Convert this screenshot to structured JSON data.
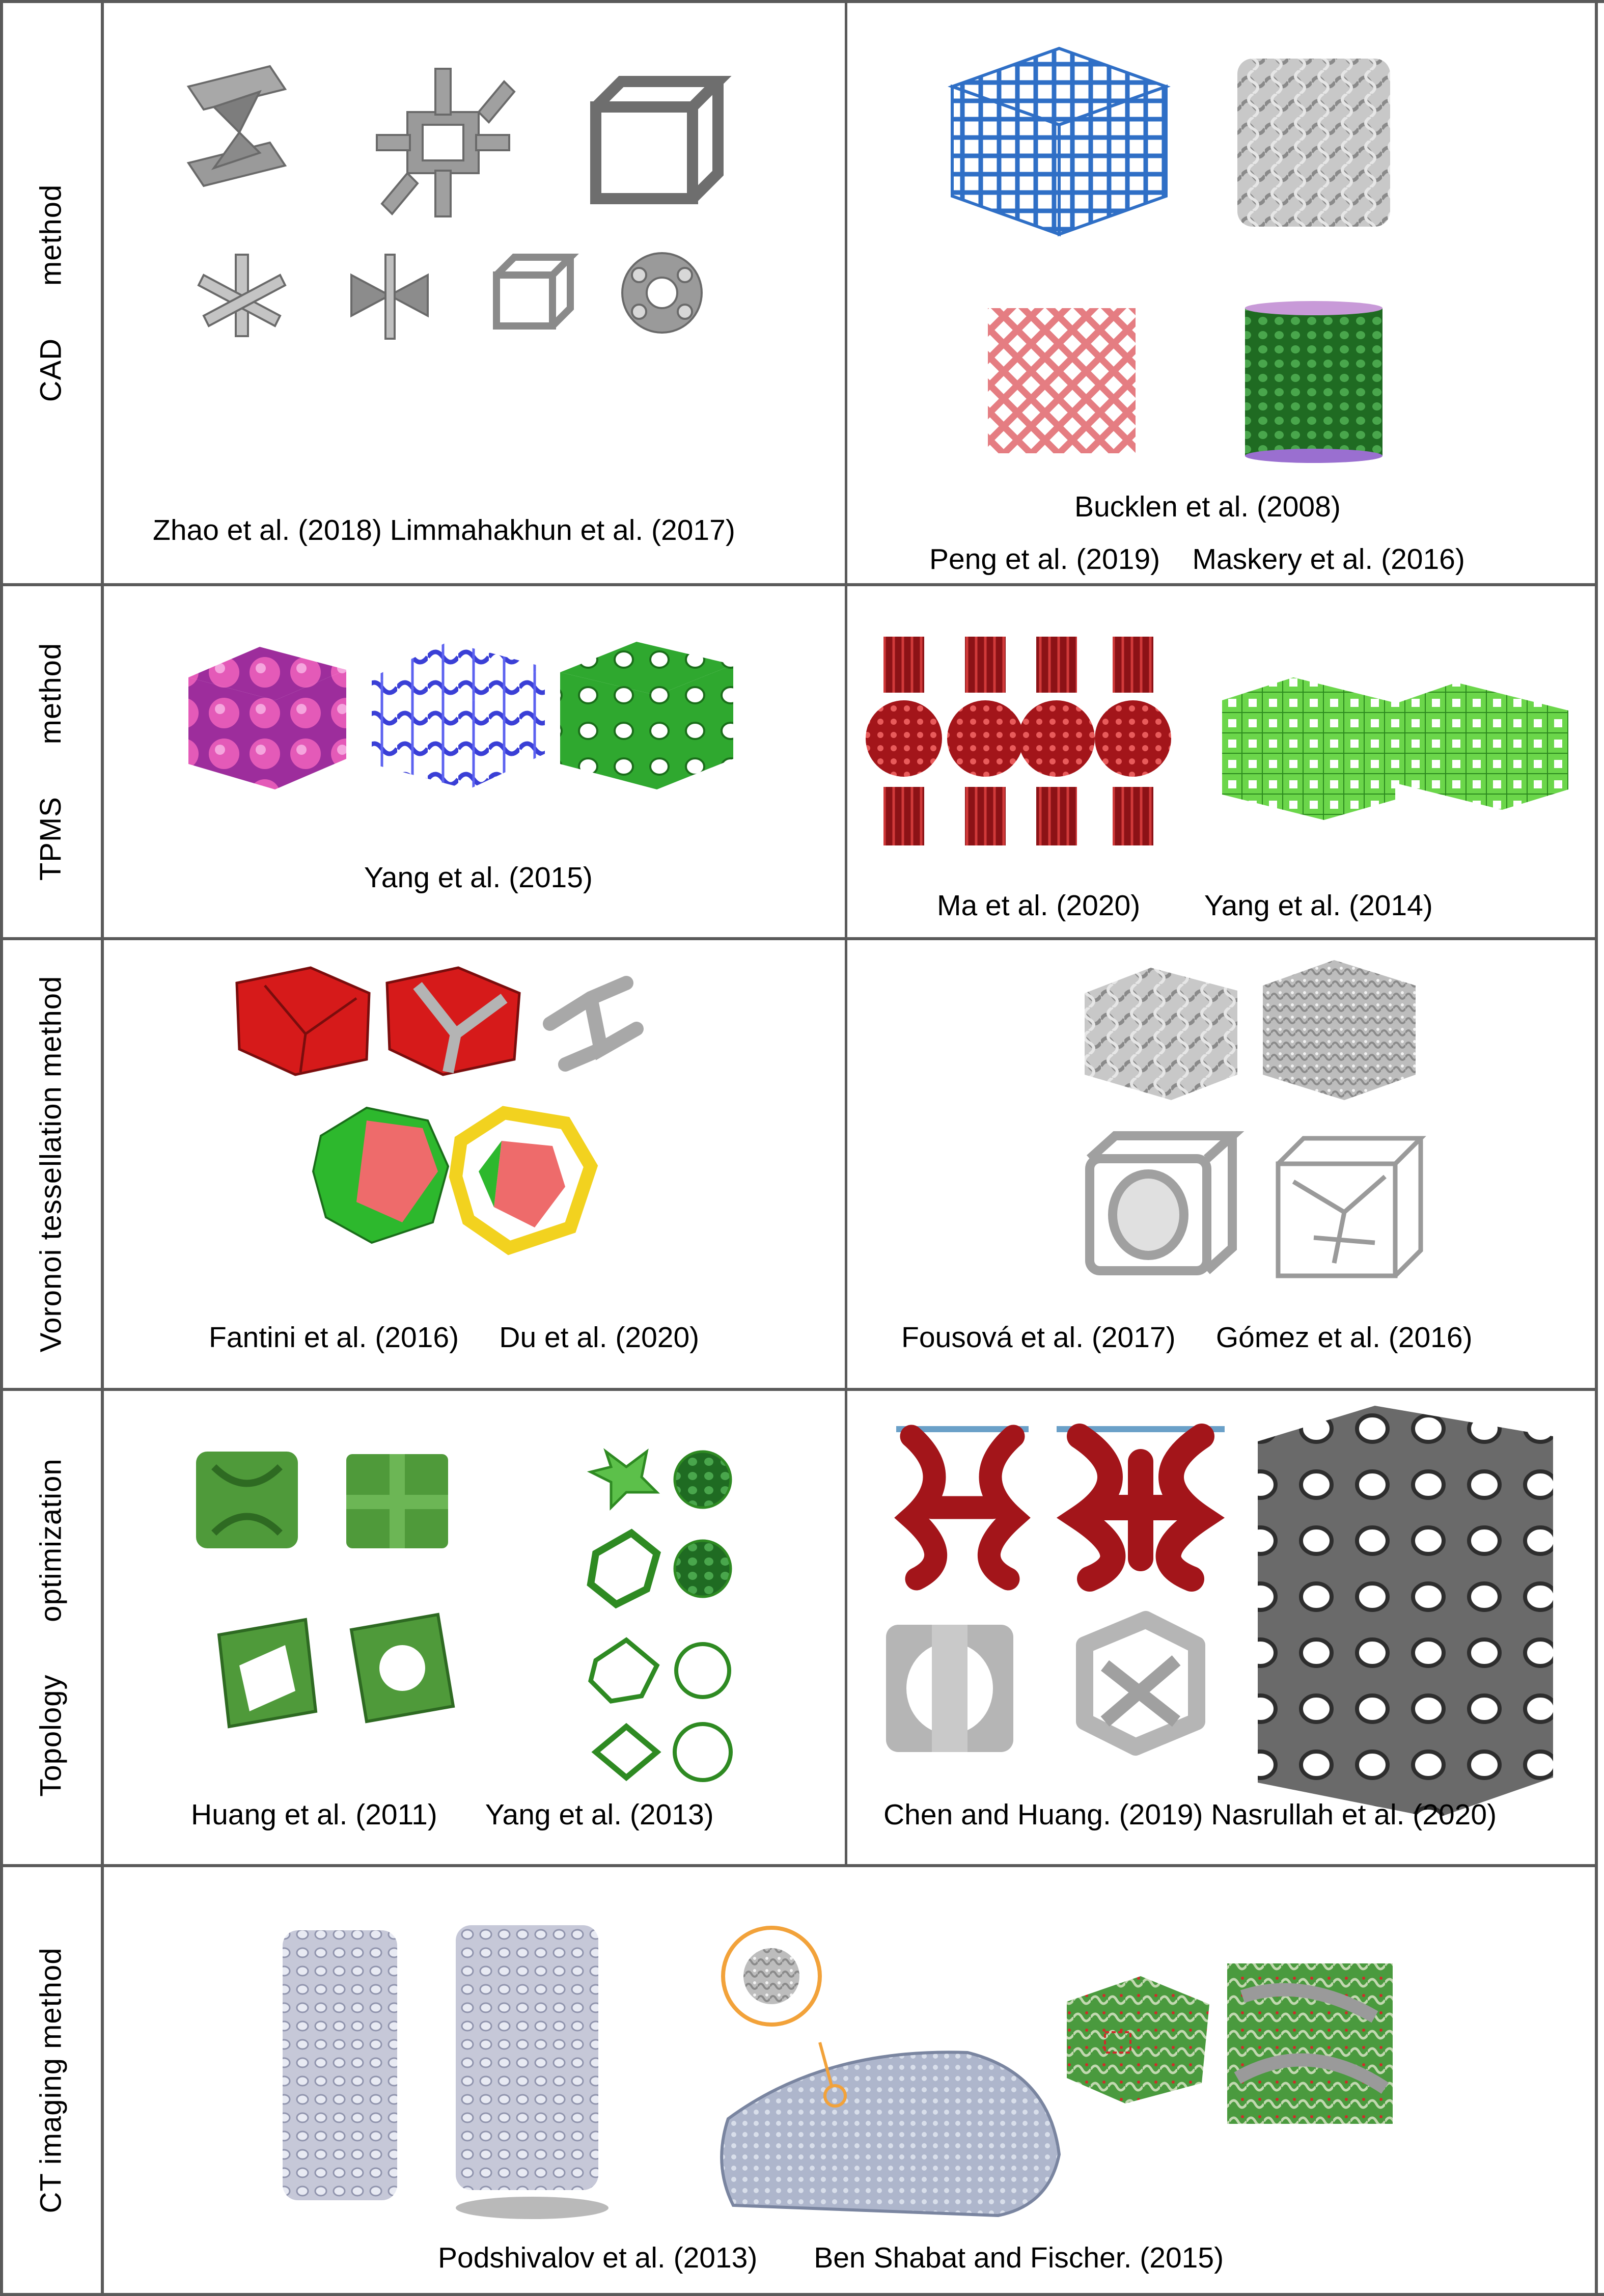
{
  "rows": {
    "cad": {
      "label": "CAD      method",
      "left_citation": "Zhao et al. (2018) Limmahakhun et al. (2017)",
      "right_citations": [
        "Bucklen et al. (2008)",
        "Peng et al. (2019)    Maskery et al. (2016)"
      ]
    },
    "tpms": {
      "label": "TPMS      method",
      "left_citation": "Yang et al. (2015)",
      "right_citation": "Ma et al. (2020)        Yang et al. (2014)"
    },
    "voronoi": {
      "label": "Voronoi tessellation method",
      "left_citation": "Fantini et al. (2016)     Du et al. (2020)",
      "right_citation": "Fousová et al. (2017)     Gómez et al. (2016)"
    },
    "topology": {
      "label": "Topology      optimization",
      "left_citation": "Huang et al. (2011)      Yang et al. (2013)",
      "right_citation": "Chen and Huang. (2019) Nasrullah et al. (2020)"
    },
    "ct": {
      "label": "CT imaging method",
      "citation": "Podshivalov et al. (2013)       Ben Shabat and Fischer. (2015)"
    }
  },
  "colors": {
    "grid": "#5a5a5a",
    "cad_grey": "#9a9a9a",
    "cad_blue": "#2f6fc6",
    "cad_pink": "#e57d82",
    "cad_green": "#2f8a32",
    "tpms_magenta": "#c03aa8",
    "tpms_blue": "#3a3fd6",
    "tpms_green": "#3cc23c",
    "dark_red": "#a3151a",
    "bright_red": "#d61a1a",
    "voronoi_green": "#2db82d",
    "voronoi_yellow": "#f2d21f",
    "topo_green": "#4f9a3a",
    "grey_scaffold": "#b5b5b5",
    "steel_blue": "#6aa0c8"
  }
}
